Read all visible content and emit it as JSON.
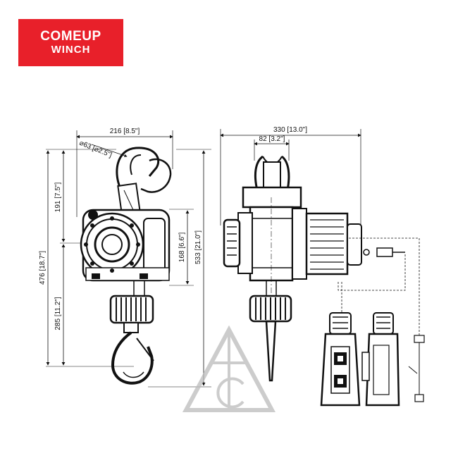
{
  "brand": {
    "line1": "COMEUP",
    "line2": "WINCH",
    "color": "#e8202a"
  },
  "dimensions": {
    "width_front": "216 [8.5\"]",
    "hook_dia": "⌀63 [⌀2.5\"]",
    "upper_height": "191 [7.5\"]",
    "total_height": "476 [18.7\"]",
    "lower_height": "285 [11.2\"]",
    "body_height": "168 [6.6\"]",
    "overall_height": "533 [21.0\"]",
    "width_side": "330 [13.0\"]",
    "hook_width": "82 [3.2\"]"
  },
  "watermark": {
    "letters": "TC"
  }
}
